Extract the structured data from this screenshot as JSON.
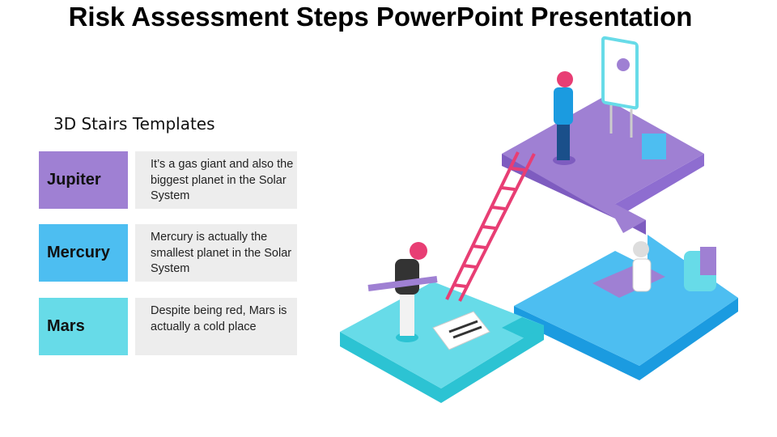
{
  "title": "Risk Assessment Steps PowerPoint Presentation",
  "subtitle": "3D Stairs Templates",
  "items": [
    {
      "label": "Jupiter",
      "text": "It’s a gas giant and also the biggest planet in the Solar System",
      "color": "#9f80d3"
    },
    {
      "label": "Mercury",
      "text": "Mercury is actually the smallest planet in the Solar System",
      "color": "#4dbef1"
    },
    {
      "label": "Mars",
      "text": "Despite being red, Mars is actually a cold place",
      "color": "#67dbe8"
    }
  ]
}
